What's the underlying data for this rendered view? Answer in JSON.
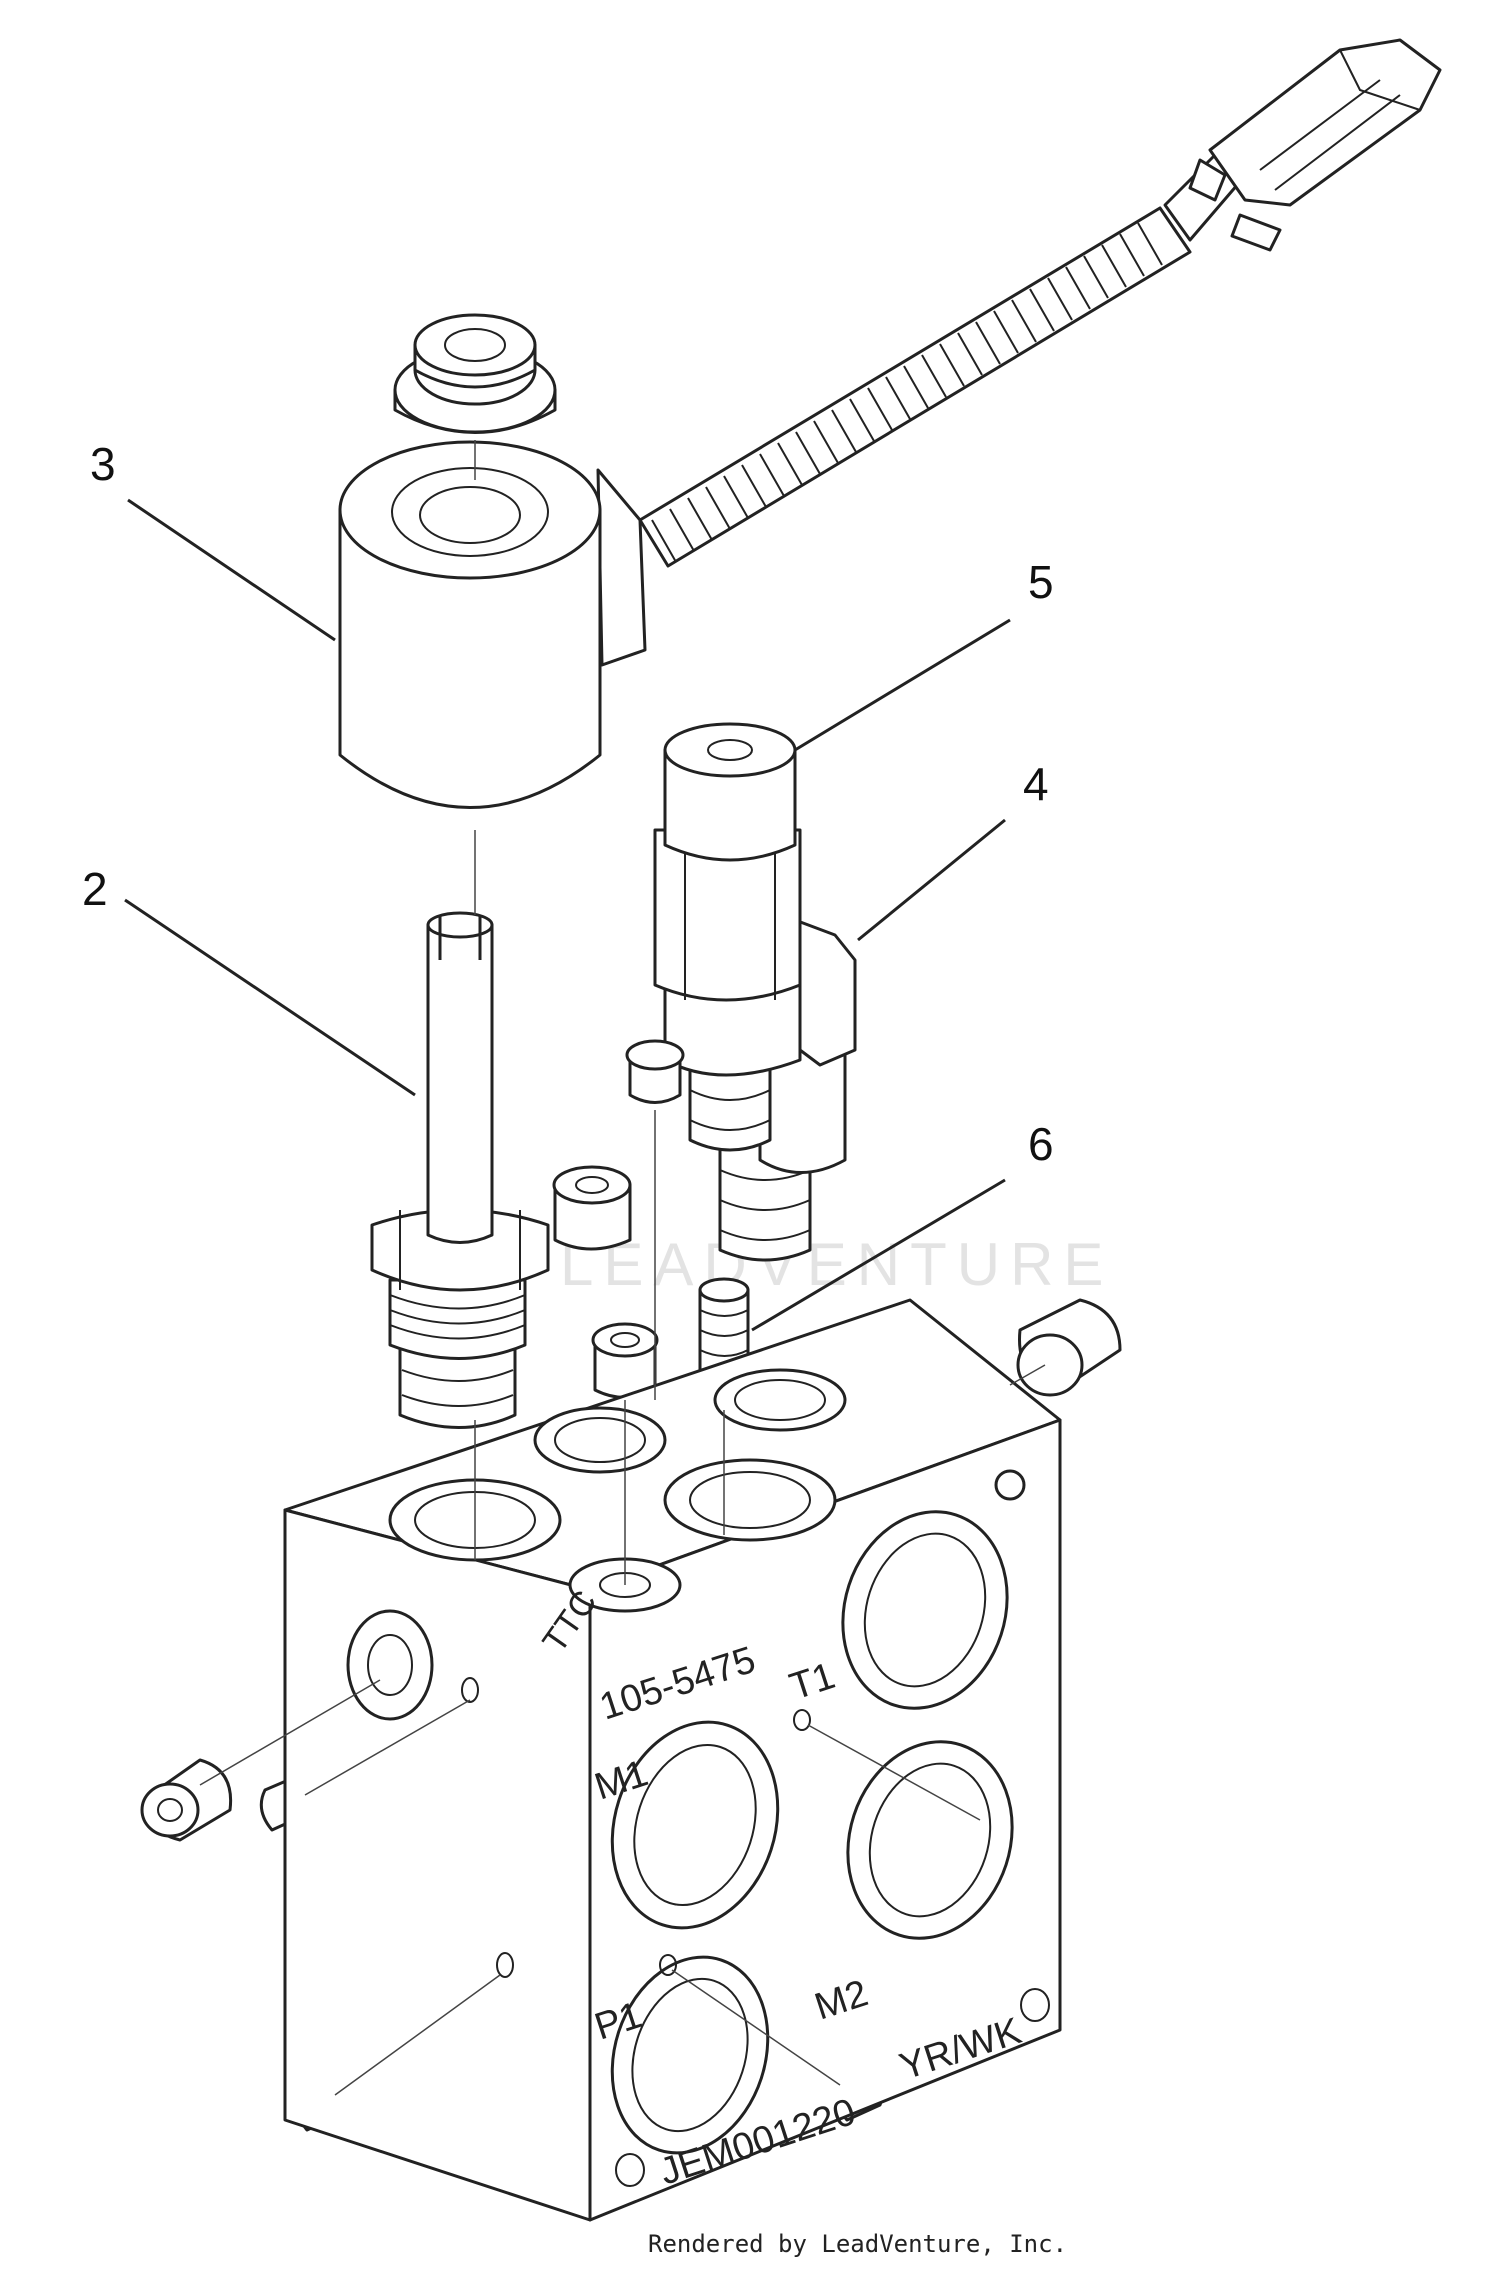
{
  "diagram": {
    "callouts": [
      {
        "id": "3",
        "label": "3"
      },
      {
        "id": "5",
        "label": "5"
      },
      {
        "id": "4",
        "label": "4"
      },
      {
        "id": "2",
        "label": "2"
      },
      {
        "id": "6",
        "label": "6"
      }
    ],
    "block_markings": {
      "part_number": "105-5475",
      "logo": "TTC",
      "port_t1": "T1",
      "port_m1": "M1",
      "port_p1": "P1",
      "port_m2": "M2",
      "wire_code": "YR/WK",
      "drawing_id": "JEM001220"
    },
    "watermark": "LEADVENTURE",
    "credit": "Rendered by LeadVenture, Inc."
  }
}
